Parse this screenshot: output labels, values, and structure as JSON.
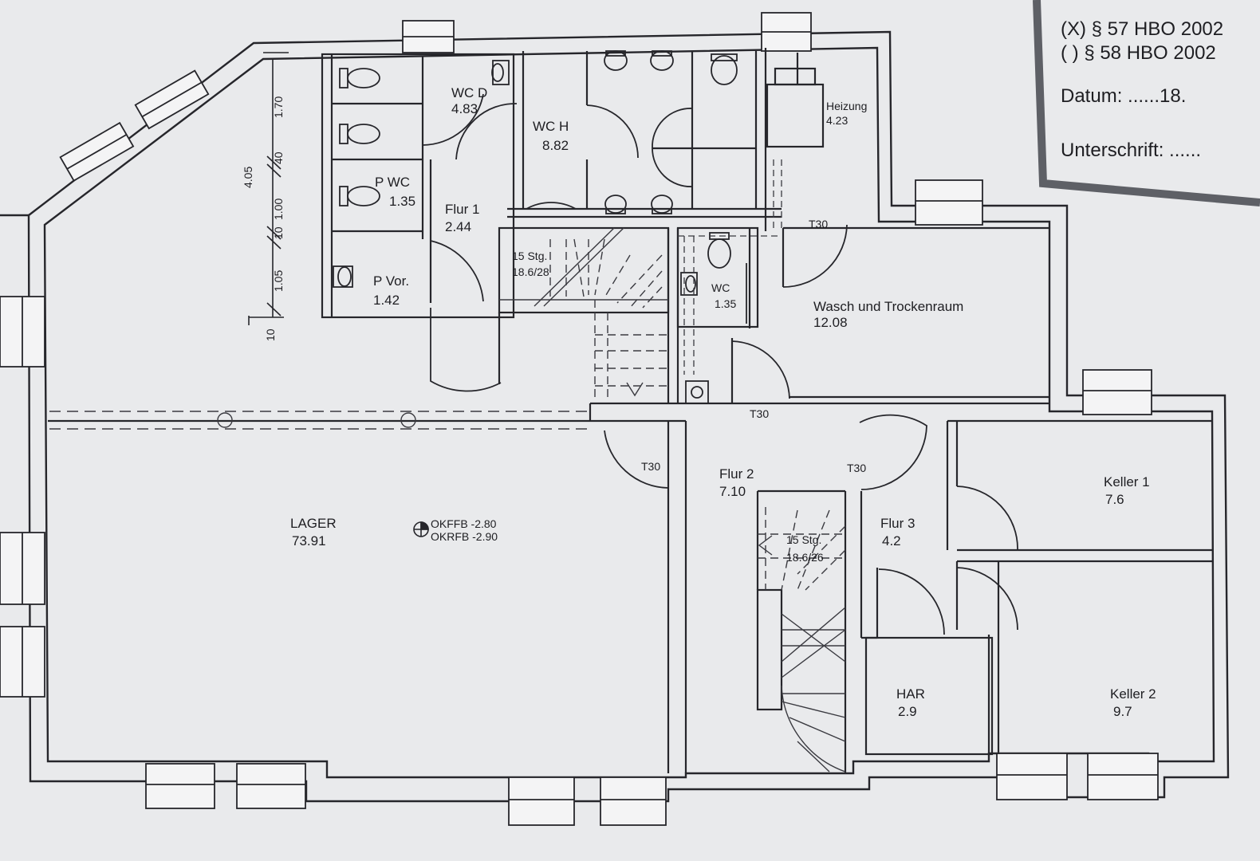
{
  "rooms": {
    "wc_d": {
      "name": "WC D",
      "area": "4.83"
    },
    "wc_h": {
      "name": "WC H",
      "area": "8.82"
    },
    "heizung": {
      "name": "Heizung",
      "area": "4.23"
    },
    "p_wc": {
      "name": "P WC",
      "area": "1.35"
    },
    "flur1": {
      "name": "Flur 1",
      "area": "2.44"
    },
    "p_vor": {
      "name": "P Vor.",
      "area": "1.42"
    },
    "wc": {
      "name": "WC",
      "area": "1.35"
    },
    "wasch": {
      "name": "Wasch und Trockenraum",
      "area": "12.08"
    },
    "lager": {
      "name": "LAGER",
      "area": "73.91"
    },
    "flur2": {
      "name": "Flur 2",
      "area": "7.10"
    },
    "flur3": {
      "name": "Flur 3",
      "area": "4.2"
    },
    "keller1": {
      "name": "Keller 1",
      "area": "7.6"
    },
    "keller2": {
      "name": "Keller 2",
      "area": "9.7"
    },
    "har": {
      "name": "HAR",
      "area": "2.9"
    }
  },
  "doors": {
    "t30_a": "T30",
    "t30_b": "T30",
    "t30_c": "T30",
    "t30_d": "T30"
  },
  "stairs": {
    "upper": {
      "steps": "15 Stg.",
      "ratio": "18.6/28"
    },
    "lower": {
      "steps": "15 Stg.",
      "ratio": "18.6/26"
    }
  },
  "levels": {
    "okffb": "OKFFB -2.80",
    "okrfb": "OKRFB -2.90"
  },
  "dimensions": {
    "d_1_70": "1.70",
    "d_4_05": "4.05",
    "d_40": "40",
    "d_1_00": "1.00",
    "d_10a": "10",
    "d_1_05": "1.05",
    "d_10b": "10"
  },
  "stamp": {
    "line1": "(X) § 57 HBO 2002",
    "line2": "( ) § 58 HBO 2002",
    "date_label": "Datum: ......18.",
    "sign_label": "Unterschrift: ......"
  }
}
